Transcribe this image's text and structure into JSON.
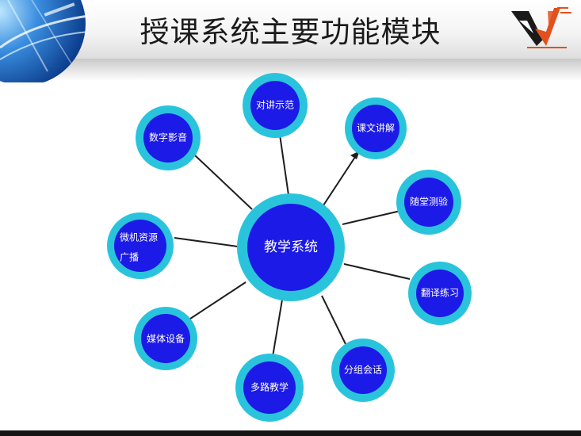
{
  "slide": {
    "title": "授课系统主要功能模块"
  },
  "colors": {
    "ring": "#29c4dc",
    "node_fill": "#1c1ae6",
    "connector": "#1e1e1e",
    "bottom_bar": "#151515"
  },
  "diagram": {
    "center": {
      "label": "教学系统"
    },
    "modules": [
      {
        "id": "duijiang-shifan",
        "lines": [
          "对讲示范"
        ]
      },
      {
        "id": "kewen-jiangjie",
        "lines": [
          "课文讲解"
        ]
      },
      {
        "id": "suitang-ceyan",
        "lines": [
          "随堂测验"
        ]
      },
      {
        "id": "fanyi-lianxi",
        "lines": [
          "翻译练习"
        ]
      },
      {
        "id": "fenzu-huihua",
        "lines": [
          "分组会话"
        ]
      },
      {
        "id": "duolu-jiaoxue",
        "lines": [
          "多路教学"
        ]
      },
      {
        "id": "meiti-shebei",
        "lines": [
          "媒体设备"
        ]
      },
      {
        "id": "weiji-ziyuan-guangbo",
        "lines": [
          "微机资源",
          "广播"
        ]
      },
      {
        "id": "shuzi-yingyin",
        "lines": [
          "数字影音"
        ]
      }
    ]
  }
}
